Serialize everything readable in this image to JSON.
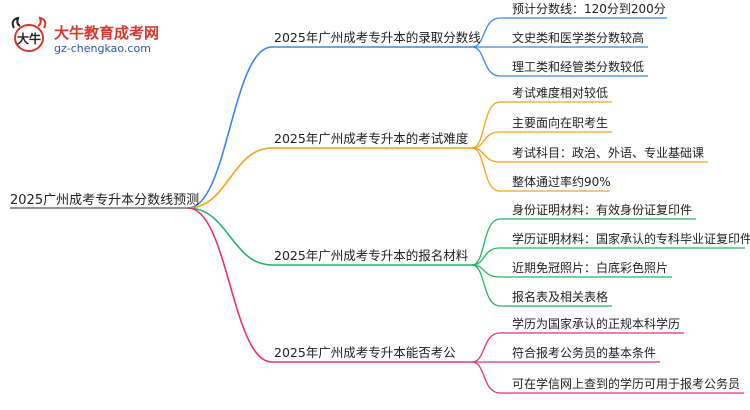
{
  "logo": {
    "title": "大牛教育成考网",
    "url": "gz-chengkao.com",
    "mark_text": "大牛"
  },
  "mindmap": {
    "root": "2025广州成考专升本分数线预测",
    "branches": [
      {
        "label": "2025年广州成考专升本的录取分数线",
        "color": "#3b86e8",
        "children": [
          "预计分数线：120分到200分",
          "文史类和医学类分数较高",
          "理工类和经管类分数较低"
        ]
      },
      {
        "label": "2025年广州成考专升本的考试难度",
        "color": "#f2a31b",
        "children": [
          "考试难度相对较低",
          "主要面向在职考生",
          "考试科目：政治、外语、专业基础课",
          "整体通过率约90%"
        ]
      },
      {
        "label": "2025年广州成考专升本的报名材料",
        "color": "#27b36a",
        "children": [
          "身份证明材料：有效身份证复印件",
          "学历证明材料：国家承认的专科毕业证复印件",
          "近期免冠照片：白底彩色照片",
          "报名表及相关表格"
        ]
      },
      {
        "label": "2025年广州成考专升本能否考公",
        "color": "#e8317a",
        "children": [
          "学历为国家承认的正规本科学历",
          "符合报考公务员的基本条件",
          "可在学信网上查到的学历可用于报考公务员"
        ]
      }
    ]
  }
}
